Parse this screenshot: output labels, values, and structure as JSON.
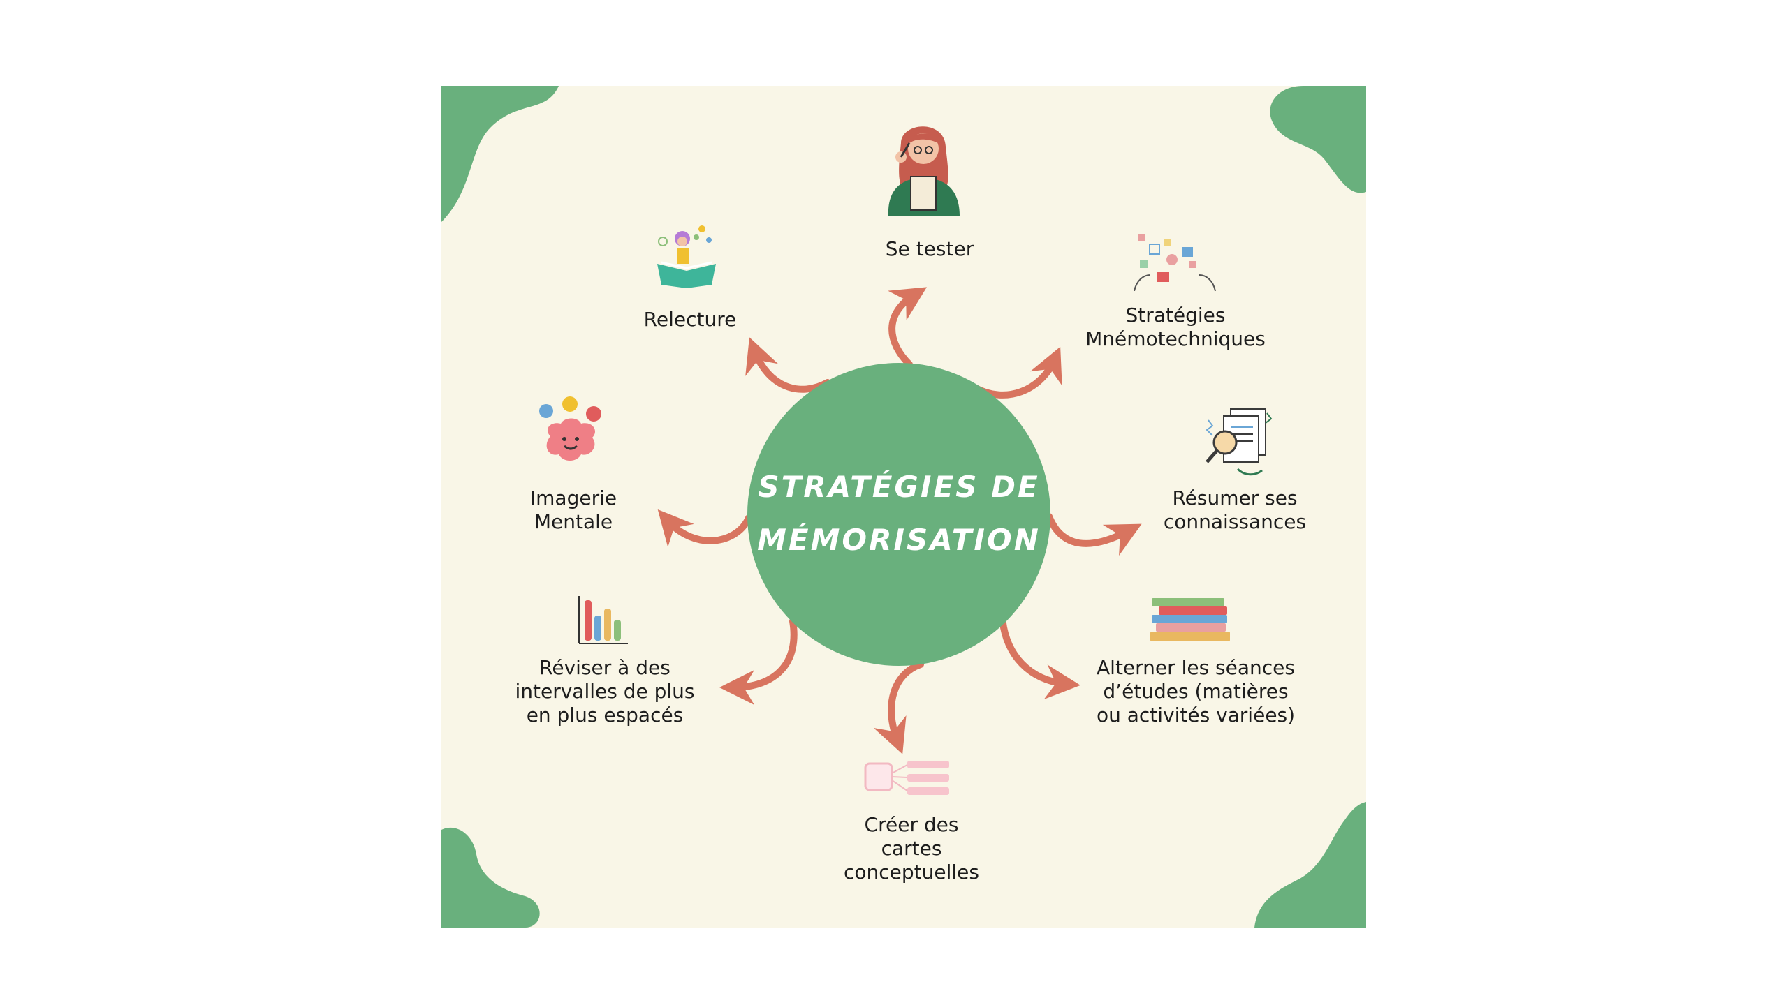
{
  "diagram": {
    "center_title_line1": "STRATÉGIES DE",
    "center_title_line2": "MÉMORISATION",
    "accent_color": "#69b07d",
    "arrow_color": "#d8745f",
    "background_color": "#f9f6e7",
    "nodes": {
      "se_tester": {
        "label": "Se tester",
        "icon": "woman-thinking-icon"
      },
      "mnemo": {
        "line1": "Stratégies",
        "line2": "Mnémotechniques",
        "icon": "sticky-notes-icon"
      },
      "resumer": {
        "line1": "Résumer ses",
        "line2": "connaissances",
        "icon": "document-magnifier-icon"
      },
      "alterner": {
        "line1": "Alterner les séances",
        "line2": "d’études (matières",
        "line3": "ou activités variées)",
        "icon": "book-stack-icon"
      },
      "cartes": {
        "line1": "Créer des",
        "line2": "cartes",
        "line3": "conceptuelles",
        "icon": "concept-map-icon"
      },
      "reviser": {
        "line1": "Réviser à des",
        "line2": "intervalles de plus",
        "line3": "en plus espacés",
        "icon": "bar-chart-icon"
      },
      "imagerie": {
        "line1": "Imagerie",
        "line2": "Mentale",
        "icon": "brain-emotions-icon"
      },
      "relecture": {
        "label": "Relecture",
        "icon": "girl-reading-book-icon"
      }
    }
  }
}
